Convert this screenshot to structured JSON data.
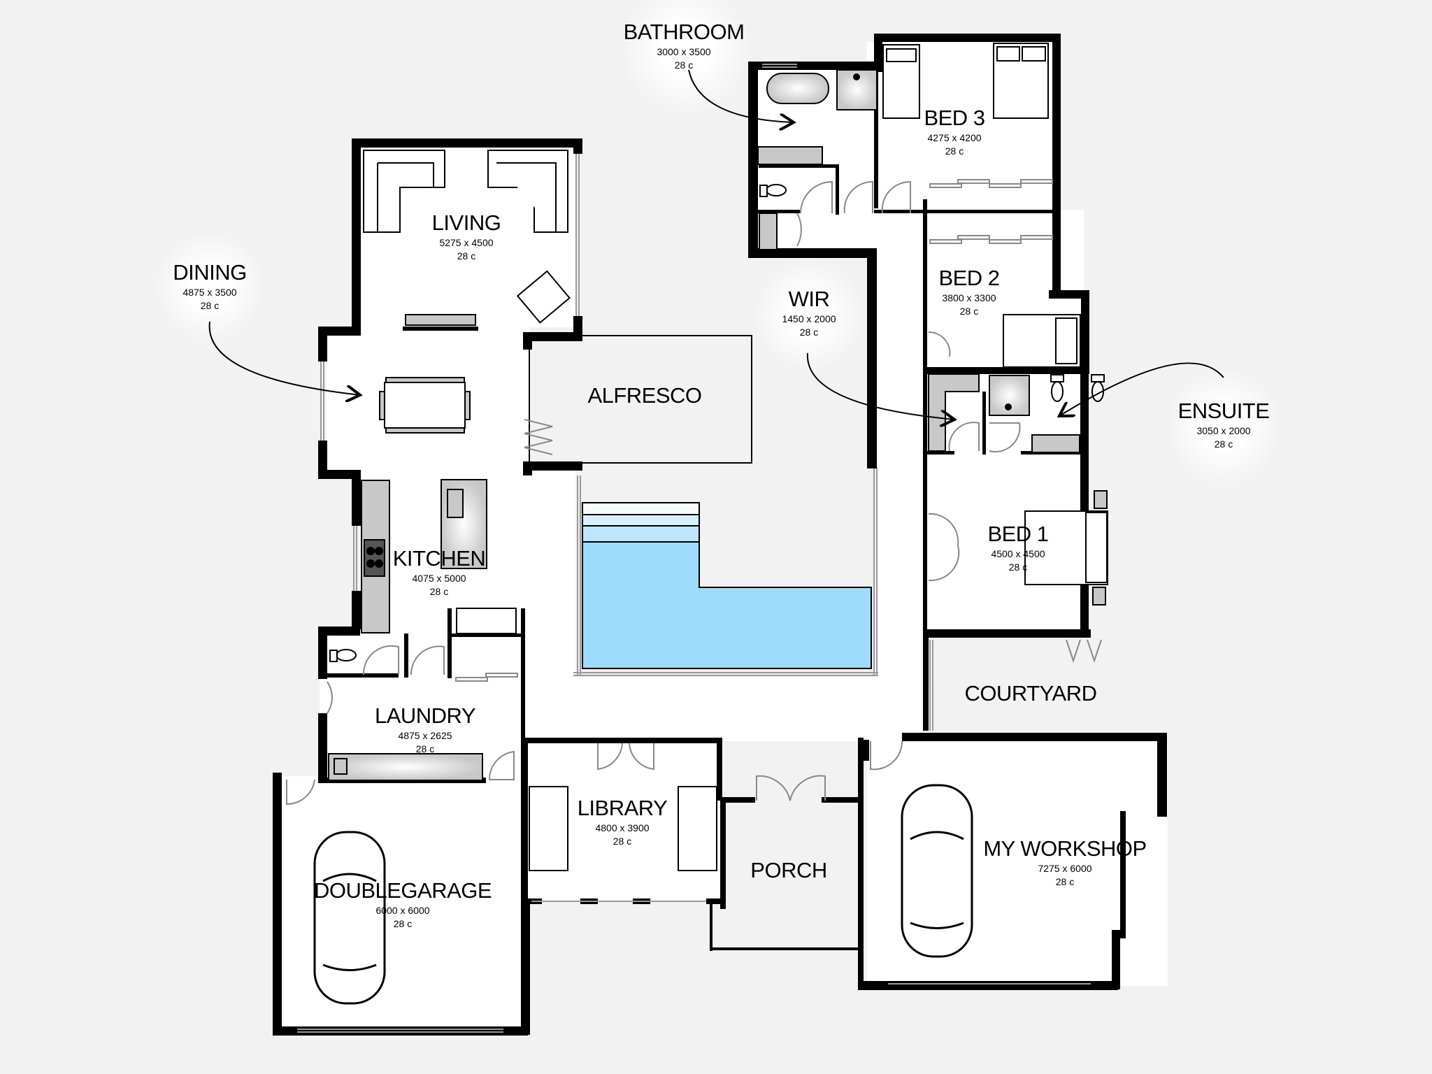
{
  "plan": {
    "type": "residential floor plan",
    "colors": {
      "background": "#f2f2f2",
      "floor": "#ffffff",
      "wall": "#000000",
      "pool": "#9ddcfd",
      "pool_steps": [
        "#f6fbfe",
        "#d8f0fd",
        "#bde6fc"
      ],
      "fixtures": "#c8c8c8",
      "door_swing": "#888888"
    }
  },
  "rooms": [
    {
      "id": "bathroom",
      "name": "BATHROOM",
      "dims": "3000 x 3500",
      "code": "28 c",
      "callout": true
    },
    {
      "id": "bed3",
      "name": "BED 3",
      "dims": "4275 x 4200",
      "code": "28 c"
    },
    {
      "id": "living",
      "name": "LIVING",
      "dims": "5275 x 4500",
      "code": "28 c"
    },
    {
      "id": "dining",
      "name": "DINING",
      "dims": "4875 x 3500",
      "code": "28 c",
      "callout": true
    },
    {
      "id": "bed2",
      "name": "BED 2",
      "dims": "3800 x 3300",
      "code": "28 c"
    },
    {
      "id": "wir",
      "name": "WIR",
      "dims": "1450 x 2000",
      "code": "28 c",
      "callout": true
    },
    {
      "id": "alfresco",
      "name": "ALFRESCO"
    },
    {
      "id": "ensuite",
      "name": "ENSUITE",
      "dims": "3050 x 2000",
      "code": "28 c",
      "callout": true
    },
    {
      "id": "bed1",
      "name": "BED 1",
      "dims": "4500 x 4500",
      "code": "28 c"
    },
    {
      "id": "kitchen",
      "name": "KITCHEN",
      "dims": "4075 x 5000",
      "code": "28 c"
    },
    {
      "id": "courtyard",
      "name": "COURTYARD"
    },
    {
      "id": "laundry",
      "name": "LAUNDRY",
      "dims": "4875 x 2625",
      "code": "28 c"
    },
    {
      "id": "library",
      "name": "LIBRARY",
      "dims": "4800 x 3900",
      "code": "28 c"
    },
    {
      "id": "porch",
      "name": "PORCH"
    },
    {
      "id": "workshop",
      "name": "MY WORKSHOP",
      "dims": "7275 x 6000",
      "code": "28 c"
    },
    {
      "id": "garage",
      "name": "DOUBLEGARAGE",
      "dims": "6000 x 6000",
      "code": "28 c"
    }
  ],
  "features": {
    "pool": "swimming pool with 3 entry steps",
    "vehicles": [
      "car in double garage",
      "car in workshop"
    ]
  }
}
